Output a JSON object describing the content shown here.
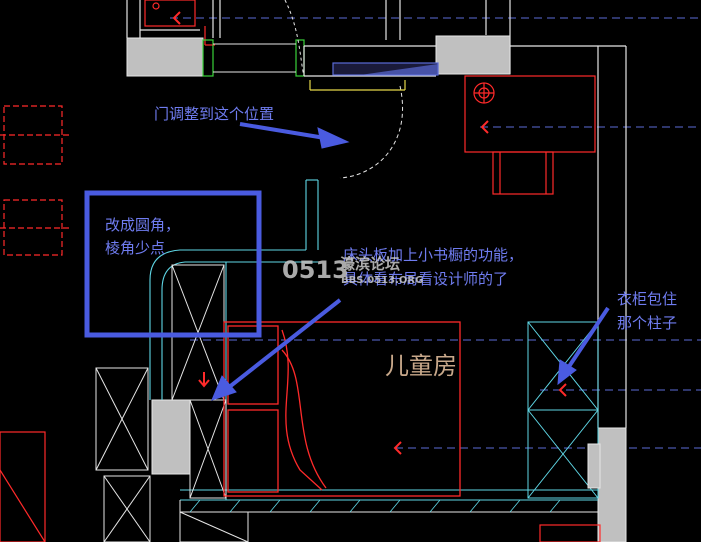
{
  "annotations": {
    "door": "门调整到这个位置",
    "rounded_line1": "改成圆角，",
    "rounded_line2": "棱角少点",
    "headboard_line1": "床头板加上小书橱的功能，",
    "headboard_line2": "具体看布局看设计师的了",
    "wardrobe_line1": "衣柜包住",
    "wardrobe_line2": "那个柱子"
  },
  "room_label": "儿童房",
  "watermark": {
    "number": "0513",
    "name": "濠滨论坛",
    "url": "BBS.0513.ORG"
  },
  "colors": {
    "background": "#000000",
    "wall_fill": "#c0c0c0",
    "cad_white": "#e6e6e6",
    "cad_red": "#ff2a2a",
    "cad_cyan": "#5fd7e6",
    "cad_blue_dash": "#5b6bd6",
    "annotation_blue": "#4a5be0",
    "annotation_text": "#6f7cf0",
    "room_label": "#c8a88a",
    "watermark": "#c8c8c8"
  }
}
